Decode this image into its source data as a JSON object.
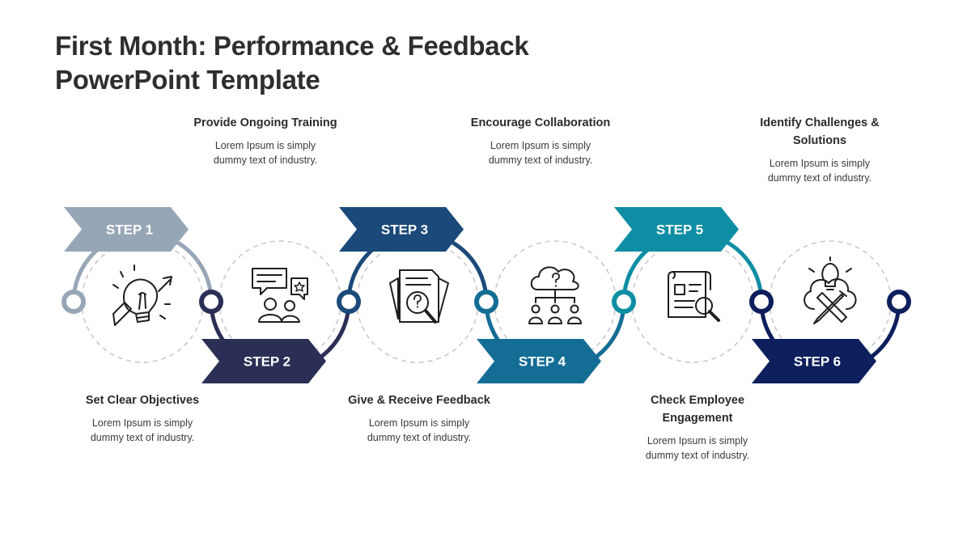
{
  "title": {
    "line1": "First Month: Performance & Feedback",
    "line2": "PowerPoint Template"
  },
  "colors": {
    "step1": "#97a6b7",
    "step2": "#2b2f55",
    "step3": "#1b4a7a",
    "step4": "#146d95",
    "step5": "#0e8ea5",
    "step6": "#0d1f5c",
    "dashed": "#c9c9c9",
    "icon": "#1f1f1f"
  },
  "steps": [
    {
      "label": "STEP 1",
      "heading": "Set Clear Objectives",
      "desc": "Lorem Ipsum is simply dummy  text of industry.",
      "icon": "lightbulb-growth-arrow-icon"
    },
    {
      "label": "STEP 2",
      "heading": "Provide Ongoing Training",
      "desc": "Lorem Ipsum is simply dummy text of industry.",
      "icon": "chat-people-icon"
    },
    {
      "label": "STEP 3",
      "heading": "Give & Receive Feedback",
      "desc": "Lorem Ipsum is simply dummy  text of industry.",
      "icon": "document-search-icon"
    },
    {
      "label": "STEP 4",
      "heading": "Encourage Collaboration",
      "desc": "Lorem Ipsum is simply dummy  text of industry.",
      "icon": "cloud-team-icon"
    },
    {
      "label": "STEP 5",
      "heading": "Check Employee Engagement",
      "desc": "Lorem Ipsum is simply dummy  text of industry.",
      "icon": "report-magnifier-icon"
    },
    {
      "label": "STEP 6",
      "heading": "Identify Challenges & Solutions",
      "desc": "Lorem Ipsum is simply dummy  text of industry.",
      "icon": "lightbulb-tools-icon"
    }
  ]
}
